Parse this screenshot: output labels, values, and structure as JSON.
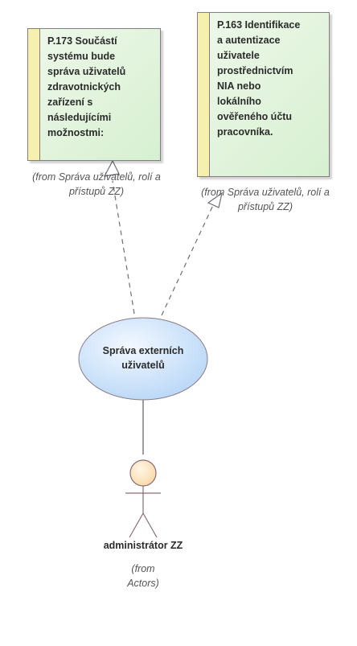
{
  "requirements": [
    {
      "id": "P.173",
      "text": "P.173  Součástí\nsystému bude\nspráva uživatelů\nzdravotnických\nzařízení s\nnásledujícími\nmožnostmi:",
      "from": "(from Správa uživatelů, rolí a\npřístupů ZZ)"
    },
    {
      "id": "P.163",
      "text": "P.163 Identifikace\na autentizace\nuživatele\nprostřednictvím\nNIA nebo\nlokálního\nověřeného účtu\npracovníka.",
      "from": "(from Správa uživatelů, rolí a\npřístupů ZZ)"
    }
  ],
  "use_case": {
    "label": "Správa externích\nuživatelů"
  },
  "actor": {
    "label": "administrátor ZZ",
    "from": "(from\nActors)"
  },
  "colors": {
    "requirement_fill": "#d7f0d1",
    "requirement_stripe": "#f5f0ae",
    "use_case_fill": "#cfe3fb",
    "actor_head_fill": "#fde7c4",
    "line": "#7a6a76"
  }
}
